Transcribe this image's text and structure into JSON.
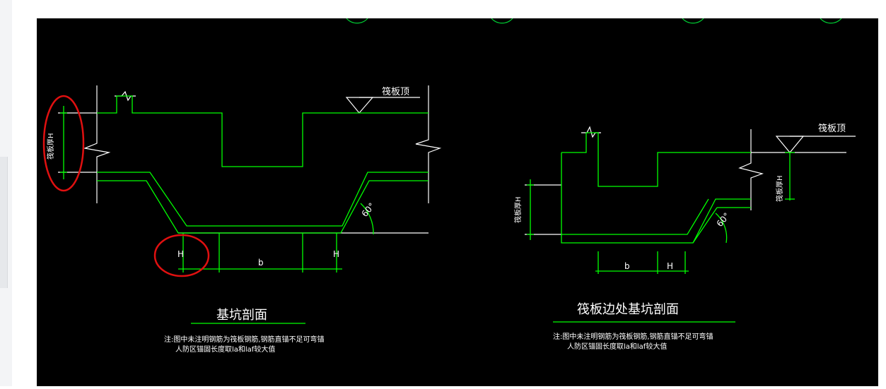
{
  "left": {
    "top_label": "筏板顶",
    "thickness_label": "筏板厚H",
    "angle": "60°",
    "dim_h_left": "H",
    "dim_b": "b",
    "dim_h_right": "H",
    "title": "基坑剖面",
    "note_line1": "注:图中未注明钢筋为筏板钢筋,钢筋直锚不足可弯锚",
    "note_line2": "人防区锚固长度取la和laf较大值"
  },
  "right": {
    "top_label": "筏板顶",
    "thickness_label_right": "筏板厚H",
    "thickness_label_left": "筏板厚H",
    "angle": "60°",
    "dim_b": "b",
    "dim_h": "H",
    "title": "筏板边处基坑剖面",
    "note_line1": "注:图中未注明钢筋为筏板钢筋,钢筋直锚不足可弯锚",
    "note_line2": "人防区锚固长度取la和laf较大值"
  },
  "colors": {
    "background": "#000000",
    "structure_line": "#00ff00",
    "text": "#ffffff",
    "highlight_circle": "#e01010"
  }
}
